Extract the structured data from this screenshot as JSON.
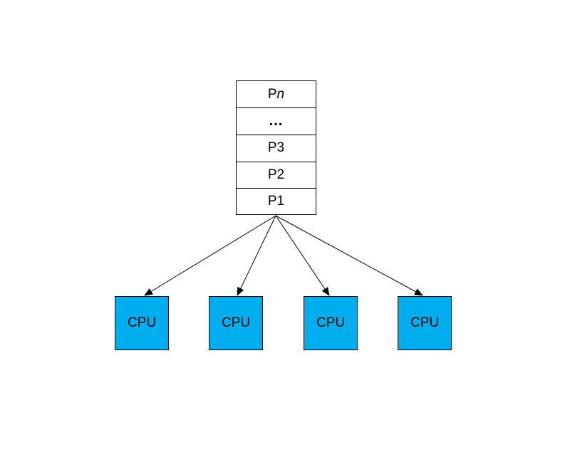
{
  "queue": {
    "cells": [
      {
        "prefix": "P",
        "suffix": "n",
        "suffix_italic": true
      },
      {
        "prefix": "...",
        "suffix": "",
        "ellipsis": true
      },
      {
        "prefix": "P3",
        "suffix": ""
      },
      {
        "prefix": "P2",
        "suffix": ""
      },
      {
        "prefix": "P1",
        "suffix": ""
      }
    ]
  },
  "cpus": [
    {
      "label": "CPU"
    },
    {
      "label": "CPU"
    },
    {
      "label": "CPU"
    },
    {
      "label": "CPU"
    }
  ],
  "colors": {
    "cpu_fill": "#00AEEF",
    "line": "#000000",
    "queue_fill": "#ffffff"
  }
}
